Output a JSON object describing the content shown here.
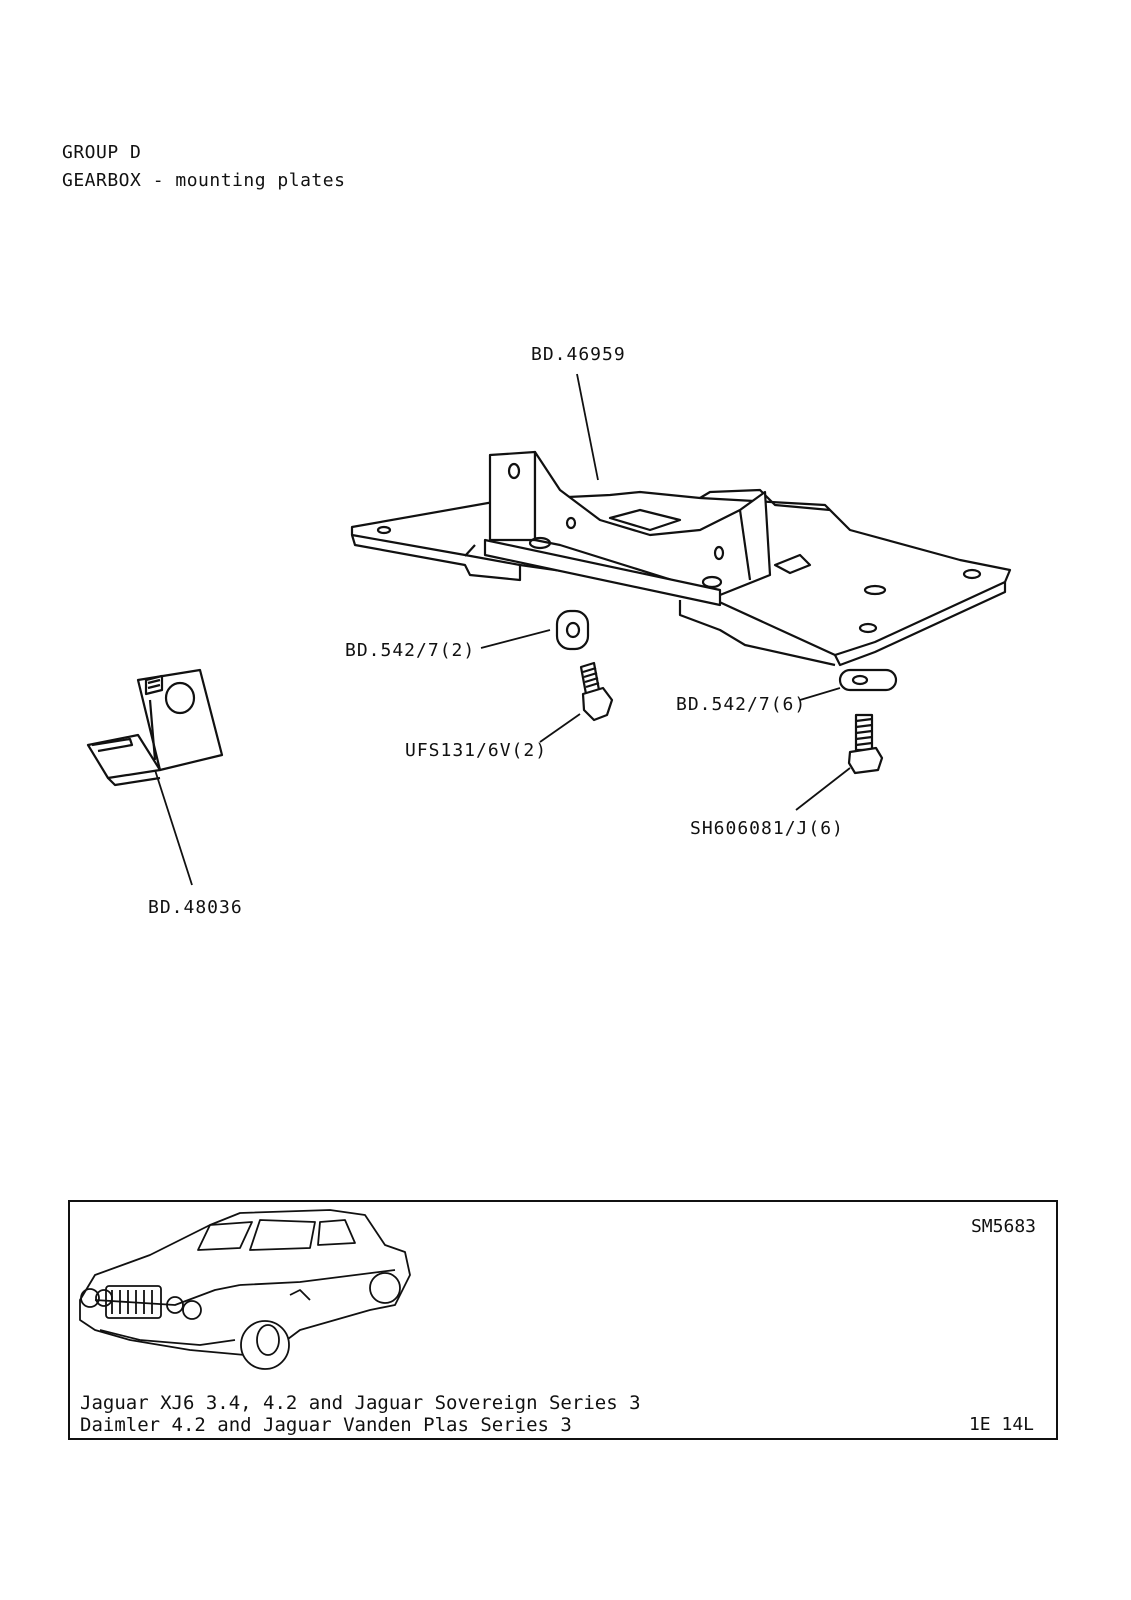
{
  "header": {
    "group": "GROUP D",
    "subtitle": "GEARBOX - mounting plates"
  },
  "callouts": {
    "main_plate": "BD.46959",
    "washer_small": "BD.542/7(2)",
    "bolt_small": "UFS131/6V(2)",
    "washer_large": "BD.542/7(6)",
    "bolt_large": "SH606081/J(6)",
    "bracket": "BD.48036"
  },
  "footer": {
    "code": "SM5683",
    "line1": "Jaguar XJ6 3.4, 4.2 and Jaguar Sovereign Series 3",
    "line2": "Daimler 4.2 and Jaguar Vanden Plas Series 3",
    "page": "1E 14L"
  }
}
